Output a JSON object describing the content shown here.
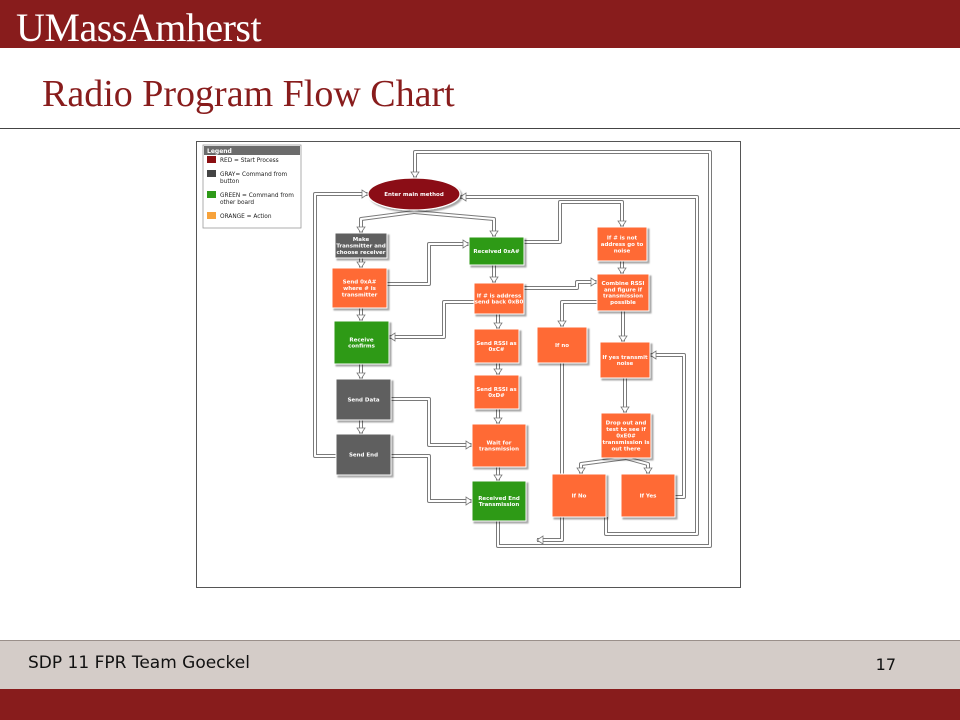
{
  "header": {
    "logo_text": "UMassAmherst"
  },
  "slide": {
    "title": "Radio Program Flow Chart"
  },
  "footer": {
    "left": "SDP 11 FPR Team Goeckel",
    "page_number": "17"
  },
  "colors": {
    "brand_maroon": "#881c1c",
    "start_red": "#8b0f12",
    "command_gray": "#5f5f5f",
    "command_green": "#2e9a18",
    "action_orange": "#ff6a35",
    "legend_orange": "#f7a23b",
    "footer_bg": "#d4ccc8"
  },
  "legend": {
    "title": "Legend",
    "entries": [
      {
        "color": "#8b0f12",
        "lines": [
          "RED = Start Process"
        ]
      },
      {
        "color": "#444444",
        "lines": [
          "GRAY= Command from",
          "button"
        ]
      },
      {
        "color": "#2e9a18",
        "lines": [
          "GREEN = Command from",
          "other board"
        ]
      },
      {
        "color": "#f7a23b",
        "lines": [
          "ORANGE = Action"
        ]
      }
    ]
  },
  "flowchart": {
    "nodes": [
      {
        "id": "enter-main-method",
        "shape": "ellipse",
        "fill": "#8b0f12",
        "lines": [
          "Enter main method"
        ]
      },
      {
        "id": "make-transmitter",
        "fill": "#5f5f5f",
        "lines": [
          "Make",
          "Transmitter and",
          "choose receiver"
        ]
      },
      {
        "id": "send-0xa",
        "fill": "#ff6a35",
        "lines": [
          "Send 0xA#",
          "where # is",
          "transmitter"
        ]
      },
      {
        "id": "receive-confirms",
        "fill": "#2e9a18",
        "lines": [
          "Receive",
          "confirms"
        ]
      },
      {
        "id": "send-data",
        "fill": "#5f5f5f",
        "lines": [
          "Send Data"
        ]
      },
      {
        "id": "send-end",
        "fill": "#5f5f5f",
        "lines": [
          "Send End"
        ]
      },
      {
        "id": "received-0xa",
        "fill": "#2e9a18",
        "lines": [
          "Received 0xA#"
        ]
      },
      {
        "id": "if-address-send-back",
        "fill": "#ff6a35",
        "lines": [
          "If # is address",
          "send back 0xB0"
        ]
      },
      {
        "id": "send-rssi-0xc",
        "fill": "#ff6a35",
        "lines": [
          "Send RSSI as",
          "0xC#"
        ]
      },
      {
        "id": "send-rssi-0xd",
        "fill": "#ff6a35",
        "lines": [
          "Send RSSI as",
          "0xD#"
        ]
      },
      {
        "id": "wait-for-transmission",
        "fill": "#ff6a35",
        "lines": [
          "Wait for",
          "transmission"
        ]
      },
      {
        "id": "received-end-transmission",
        "fill": "#2e9a18",
        "lines": [
          "Received End",
          "Transmission"
        ]
      },
      {
        "id": "if-not-address",
        "fill": "#ff6a35",
        "lines": [
          "If # is not",
          "address go to",
          "noise"
        ]
      },
      {
        "id": "combine-rssi",
        "fill": "#ff6a35",
        "lines": [
          "Combine RSSI",
          "and figure if",
          "transmission",
          "possible"
        ]
      },
      {
        "id": "if-no-left",
        "fill": "#ff6a35",
        "lines": [
          "If no"
        ]
      },
      {
        "id": "if-yes-transmit",
        "fill": "#ff6a35",
        "lines": [
          "If yes transmit",
          "noise"
        ]
      },
      {
        "id": "drop-out-test",
        "fill": "#ff6a35",
        "lines": [
          "Drop out and",
          "test to see if",
          "0xE0#",
          "transmission is",
          "out there"
        ]
      },
      {
        "id": "if-no-bottom",
        "fill": "#ff6a35",
        "lines": [
          "If No"
        ]
      },
      {
        "id": "if-yes-bottom",
        "fill": "#ff6a35",
        "lines": [
          "If Yes"
        ]
      }
    ]
  }
}
